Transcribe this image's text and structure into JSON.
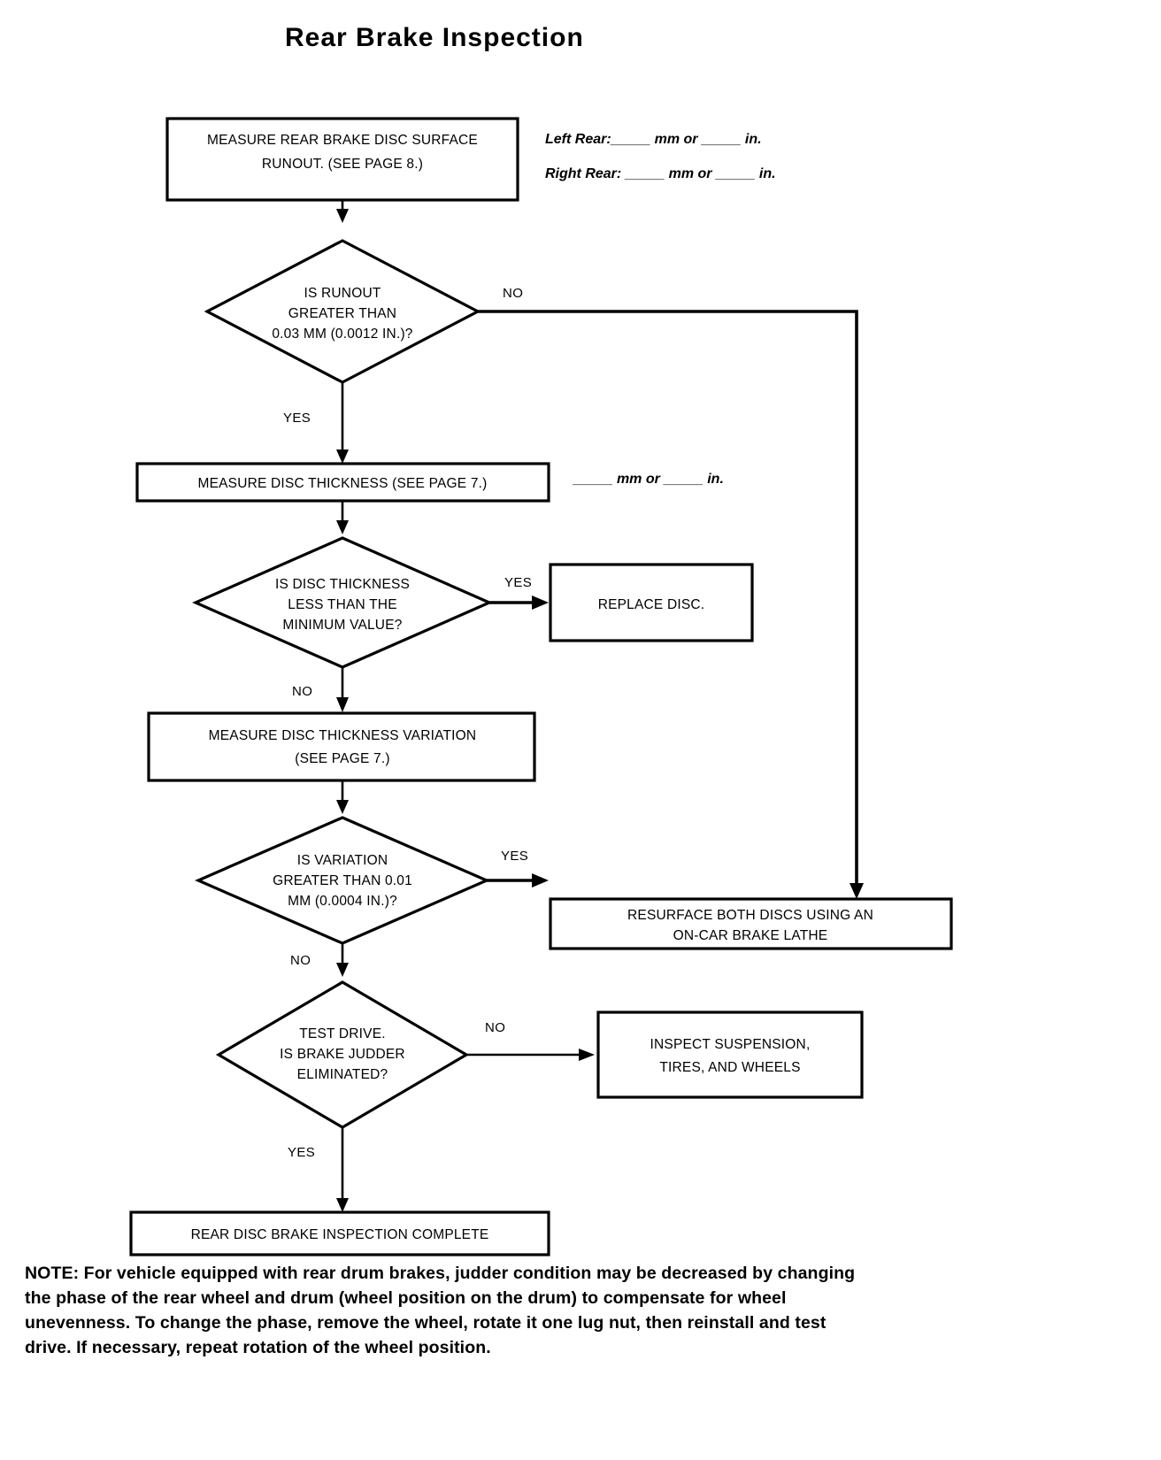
{
  "document": {
    "title": "Rear Brake Inspection",
    "type": "flowchart"
  },
  "chart_data": {
    "type": "diagram",
    "title": "Rear Brake Inspection",
    "nodes": [
      {
        "id": "n1",
        "shape": "process",
        "text": "MEASURE REAR BRAKE DISC SURFACE RUNOUT. (SEE PAGE 8.)"
      },
      {
        "id": "d1",
        "shape": "decision",
        "text": "IS RUNOUT GREATER THAN 0.03 MM (0.0012 IN.)?"
      },
      {
        "id": "n2",
        "shape": "process",
        "text": "MEASURE DISC THICKNESS (SEE PAGE 7.)"
      },
      {
        "id": "d2",
        "shape": "decision",
        "text": "IS DISC THICKNESS LESS THAN THE MINIMUM VALUE?"
      },
      {
        "id": "n3",
        "shape": "process",
        "text": "REPLACE DISC."
      },
      {
        "id": "n4",
        "shape": "process",
        "text": "MEASURE DISC THICKNESS VARIATION (SEE PAGE 7.)"
      },
      {
        "id": "d3",
        "shape": "decision",
        "text": "IS VARIATION GREATER THAN 0.01 MM (0.0004 IN.)?"
      },
      {
        "id": "n5",
        "shape": "process",
        "text": "RESURFACE BOTH DISCS USING AN ON-CAR BRAKE LATHE"
      },
      {
        "id": "d4",
        "shape": "decision",
        "text": "TEST DRIVE. IS BRAKE JUDDER ELIMINATED?"
      },
      {
        "id": "n6",
        "shape": "process",
        "text": "INSPECT SUSPENSION, TIRES, AND WHEELS"
      },
      {
        "id": "n7",
        "shape": "process",
        "text": "REAR DISC BRAKE INSPECTION COMPLETE"
      }
    ],
    "edges": [
      {
        "from": "n1",
        "to": "d1",
        "label": ""
      },
      {
        "from": "d1",
        "to": "n2",
        "label": "YES"
      },
      {
        "from": "d1",
        "to": "n5",
        "label": "NO"
      },
      {
        "from": "n2",
        "to": "d2",
        "label": ""
      },
      {
        "from": "d2",
        "to": "n3",
        "label": "YES"
      },
      {
        "from": "d2",
        "to": "n4",
        "label": "NO"
      },
      {
        "from": "n4",
        "to": "d3",
        "label": ""
      },
      {
        "from": "d3",
        "to": "n5",
        "label": "YES"
      },
      {
        "from": "d3",
        "to": "d4",
        "label": "NO"
      },
      {
        "from": "d4",
        "to": "n6",
        "label": "NO"
      },
      {
        "from": "d4",
        "to": "n7",
        "label": "YES"
      }
    ]
  },
  "title": "Rear Brake Inspection",
  "boxes": {
    "measure_runout_line1": "MEASURE REAR BRAKE DISC SURFACE",
    "measure_runout_line2": "RUNOUT. (SEE PAGE 8.)",
    "measure_thickness": "MEASURE DISC THICKNESS (SEE PAGE 7.)",
    "replace_disc": "REPLACE DISC.",
    "measure_variation_line1": "MEASURE DISC THICKNESS VARIATION",
    "measure_variation_line2": "(SEE PAGE 7.)",
    "resurface_line1": "RESURFACE BOTH DISCS USING AN",
    "resurface_line2": "ON-CAR BRAKE LATHE",
    "inspect_line1": "INSPECT SUSPENSION,",
    "inspect_line2": "TIRES, AND WHEELS",
    "complete": "REAR DISC BRAKE INSPECTION COMPLETE"
  },
  "decisions": {
    "runout_line1": "IS  RUNOUT",
    "runout_line2": "GREATER THAN",
    "runout_line3": "0.03 MM (0.0012 IN.)?",
    "thickness_line1": "IS DISC THICKNESS",
    "thickness_line2": "LESS THAN THE",
    "thickness_line3": "MINIMUM VALUE?",
    "variation_line1": "IS VARIATION",
    "variation_line2": "GREATER THAN 0.01",
    "variation_line3": "MM (0.0004 IN.)?",
    "judder_line1": "TEST DRIVE.",
    "judder_line2": "IS BRAKE JUDDER",
    "judder_line3": "ELIMINATED?"
  },
  "edge_labels": {
    "runout_no": "NO",
    "runout_yes": "YES",
    "thickness_yes": "YES",
    "thickness_no": "NO",
    "variation_yes": "YES",
    "variation_no": "NO",
    "judder_no": "NO",
    "judder_yes": "YES"
  },
  "measurements": {
    "left_rear": "Left Rear:_____ mm or _____ in.",
    "right_rear": "Right Rear: _____ mm or _____ in.",
    "thickness_blank": "_____ mm or _____ in."
  },
  "note": {
    "line1": "NOTE: For vehicle equipped with rear drum brakes, judder condition may be decreased by changing",
    "line2": "the phase of the rear wheel and drum (wheel position on the drum) to compensate for wheel",
    "line3": "unevenness. To change the phase, remove the wheel, rotate it one lug nut, then reinstall and test",
    "line4": "drive. If necessary, repeat rotation of the wheel position."
  },
  "colors": {
    "ink": "#000000",
    "paper": "#ffffff"
  }
}
